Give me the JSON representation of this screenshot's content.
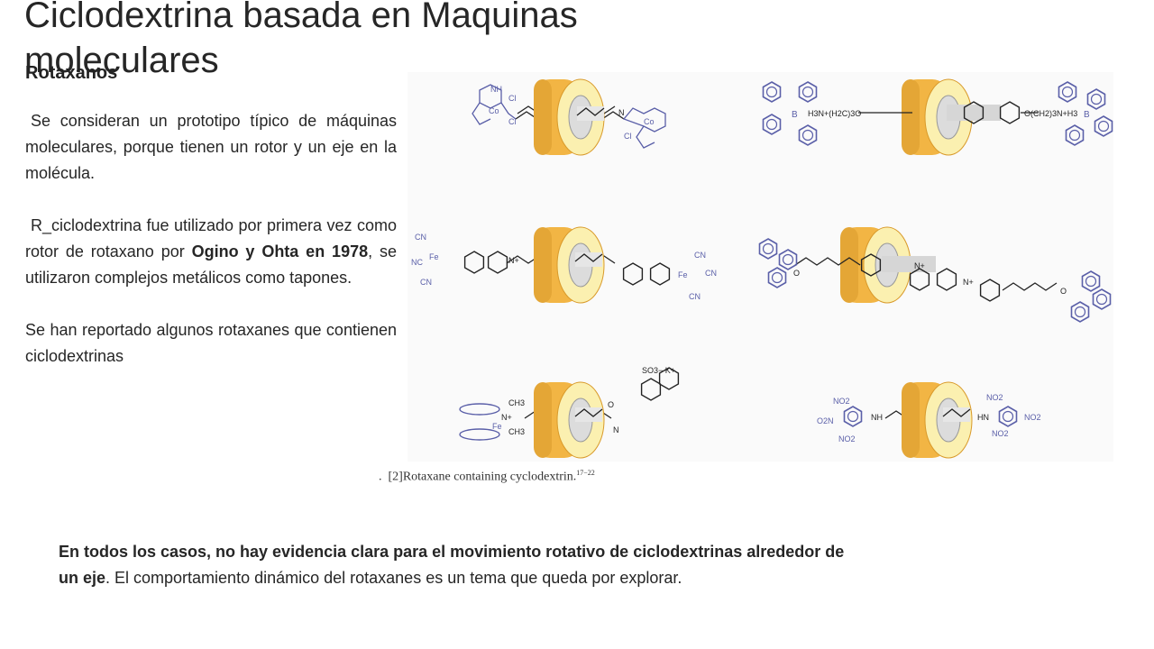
{
  "slide": {
    "title": "Ciclodextrina basada en Maquinas moleculares",
    "subtitle": "Rotaxanos",
    "paragraph1": "Se consideran un prototipo típico de máquinas moleculares, porque tienen un rotor y un eje en la molécula.",
    "paragraph2_a": "R_ciclodextrina fue utilizado por primera vez como  rotor de rotaxano por ",
    "paragraph2_bold": "Ogino y Ohta en 1978",
    "paragraph2_b": ", se utilizaron complejos metálicos como tapones.",
    "paragraph3": "Se han reportado algunos rotaxanes que contienen ciclodextrinas",
    "conclusion_bold": "En todos los casos, no hay evidencia clara para el movimiento rotativo de ciclodextrinas alrededor de un eje",
    "conclusion_rest": ". El comportamiento dinámico del rotaxanes es un tema que queda por explorar."
  },
  "figure": {
    "caption_prefix": ".",
    "caption": "[2]Rotaxane containing cyclodextrin.",
    "caption_refs": "17−22",
    "labels": {
      "r1_left_nh": "NH",
      "r1_left_cl": "Cl",
      "r1_left_co": "Co",
      "r1_left_cl2": "Cl",
      "r1_right_co": "Co",
      "r1_right_cl": "Cl",
      "r1_right_n": "N",
      "r2_left_b": "B",
      "r2_chain_left": "H3N+(H2C)3O",
      "r2_chain_right": "O(CH2)3N+H3",
      "r2_right_b": "B",
      "r3_cn_top": "CN",
      "r3_cn_left": "NC",
      "r3_fe_left": "Fe",
      "r3_cn_bottom": "CN",
      "r3_n_plus": "N+",
      "r3_fe_right": "Fe",
      "r3_cn_right_top": "CN",
      "r3_cn_right": "CN",
      "r3_cn_right_bottom": "CN",
      "r4_n_plus_left": "N+",
      "r4_n_plus_right": "N+",
      "r4_o_left": "O",
      "r4_o_right": "O",
      "r5_so3": "SO3− K+",
      "r5_ch3_top": "CH3",
      "r5_n_plus": "N+",
      "r5_ch3_bottom": "CH3",
      "r5_fe": "Fe",
      "r5_o": "O",
      "r5_nh": "N",
      "r6_no2_top_left": "NO2",
      "r6_no2_left": "O2N",
      "r6_nh_left": "NH",
      "r6_no2_bottom_left": "NO2",
      "r6_no2_top_right": "NO2",
      "r6_nh_right": "HN",
      "r6_no2_right": "NO2",
      "r6_no2_bottom_right": "NO2"
    }
  },
  "colors": {
    "cd_gold": "#f2b544",
    "cd_gold_dark": "#d99a2b",
    "cd_inner": "#fbf0b0",
    "cd_cavity": "#dcdcdc",
    "stopper_blue": "#5a5fa8",
    "bond_black": "#222222"
  }
}
